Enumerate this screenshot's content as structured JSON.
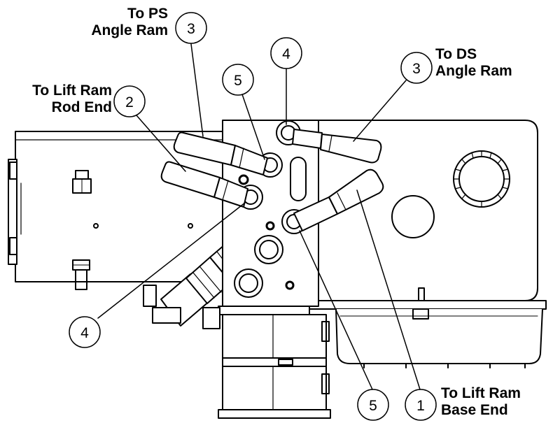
{
  "labels": {
    "ps_angle_ram": [
      "To PS",
      "Angle Ram"
    ],
    "lift_ram_rod_end": [
      "To Lift Ram",
      "Rod End"
    ],
    "ds_angle_ram": [
      "To DS",
      "Angle Ram"
    ],
    "lift_ram_base_end": [
      "To Lift Ram",
      "Base End"
    ]
  },
  "callouts": {
    "ps_angle_ram": "3",
    "lift_rod_end": "2",
    "top_port": "4",
    "upper_port": "5",
    "ds_angle_ram": "3",
    "lower_left_port": "4",
    "lower_port": "5",
    "lift_base_end": "1"
  }
}
